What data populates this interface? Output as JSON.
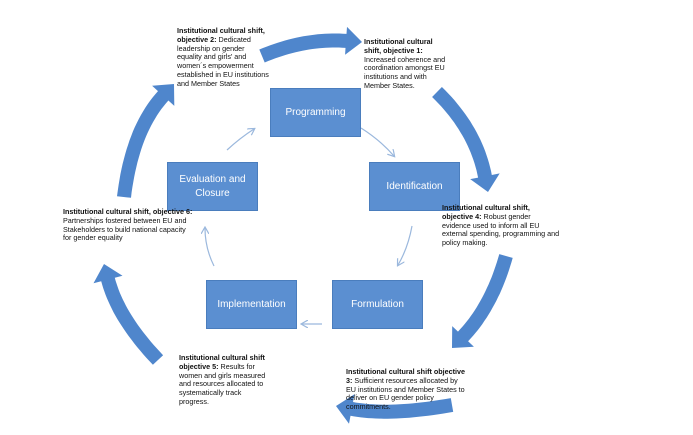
{
  "stages": {
    "programming": "Programming",
    "identification": "Identification",
    "formulation": "Formulation",
    "implementation": "Implementation",
    "evaluation": "Evaluation and Closure"
  },
  "objectives": {
    "o1": {
      "heading": "Institutional cultural shift, objective 1:",
      "body": "Increased coherence and coordination amongst EU institutions and with Member States."
    },
    "o2": {
      "heading": "Institutional cultural shift, objective 2:",
      "body": "Dedicated leadership on gender equality and girls' and women´s empowerment established in EU institutions and Member States"
    },
    "o3": {
      "heading": "Institutional cultural shift objective 3:",
      "body": "Sufficient resources allocated by EU institutions and Member States to deliver on EU gender policy commitments."
    },
    "o4": {
      "heading": "Institutional cultural shift, objective 4:",
      "body": "Robust gender evidence used to inform all EU external spending, programming and policy making."
    },
    "o5": {
      "heading": "Institutional cultural shift objective 5:",
      "body": "Results for women and girls measured and resources allocated to systematically track progress."
    },
    "o6": {
      "heading": "Institutional cultural shift, objective 6:",
      "body": "Partnerships fostered between EU and Stakeholders to build national capacity for gender equality"
    }
  },
  "colors": {
    "box_fill": "#5b8fd1",
    "arrow_fill": "#4f86cc",
    "connector": "#9bb8dd"
  }
}
